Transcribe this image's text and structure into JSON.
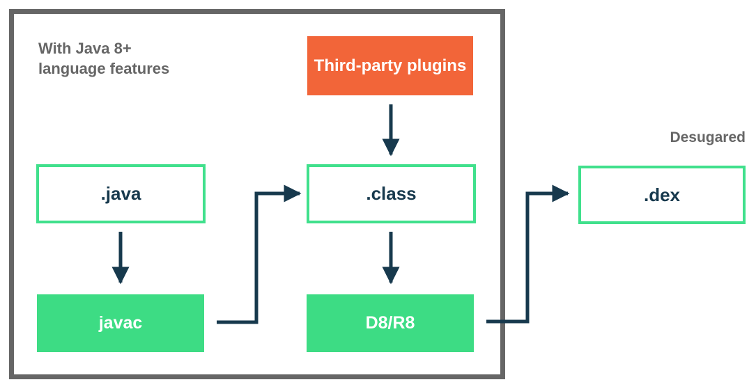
{
  "colors": {
    "green_fill": "#3ddc84",
    "green_border": "#40e08c",
    "orange": "#f26539",
    "navy": "#17394d",
    "gray": "#666666",
    "white": "#ffffff"
  },
  "annotations": {
    "note_line1": "With Java 8+",
    "note_line2": "language features",
    "desugared": "Desugared"
  },
  "nodes": {
    "third_party": {
      "label": "Third-party plugins"
    },
    "java_file": {
      "label": ".java"
    },
    "class_file": {
      "label": ".class"
    },
    "javac": {
      "label": "javac"
    },
    "d8r8": {
      "label": "D8/R8"
    },
    "dex_file": {
      "label": ".dex"
    }
  }
}
